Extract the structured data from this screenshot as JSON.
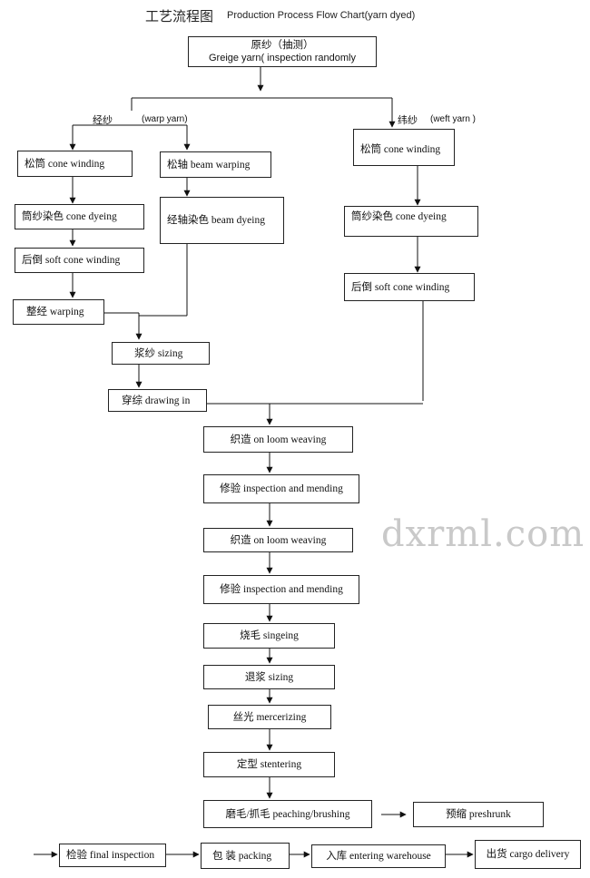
{
  "title": {
    "cn": "工艺流程图",
    "en": "Production Process Flow Chart(yarn dyed)"
  },
  "branch_labels": {
    "warp": "经纱",
    "warp_en": "(warp yarn)",
    "weft": "纬纱",
    "weft_en": "(weft yarn )"
  },
  "nodes": {
    "greige_cn": "原纱（抽测）",
    "greige_en": "Greige yarn( inspection randomly",
    "warp_cone_winding": "松筒 cone winding",
    "beam_warping": "松轴 beam warping",
    "warp_cone_dyeing": "筒纱染色 cone dyeing",
    "beam_dyeing": "经轴染色 beam dyeing",
    "warp_soft_cone_winding": "后倒 soft cone winding",
    "warping": "整经 warping",
    "weft_cone_winding": "松筒 cone winding",
    "weft_cone_dyeing": "筒纱染色 cone dyeing",
    "weft_soft_cone_winding": "后倒 soft cone winding",
    "sizing": "浆纱 sizing",
    "drawing_in": "穿综 drawing in",
    "loom_weaving_1": "织造 on loom weaving",
    "inspection_mending_1": "修验 inspection and mending",
    "loom_weaving_2": "织造 on loom weaving",
    "inspection_mending_2": "修验 inspection and mending",
    "singeing": "烧毛 singeing",
    "desizing": "退浆 sizing",
    "mercerizing": "丝光 mercerizing",
    "stentering": "定型 stentering",
    "peaching": "磨毛/抓毛 peaching/brushing",
    "preshrunk": "预缩 preshrunk",
    "final_inspection": "检验 final inspection",
    "packing": "包 装 packing",
    "entering_warehouse": "入库 entering warehouse",
    "cargo_delivery": "出货 cargo delivery"
  },
  "watermark": "dxrml.com"
}
